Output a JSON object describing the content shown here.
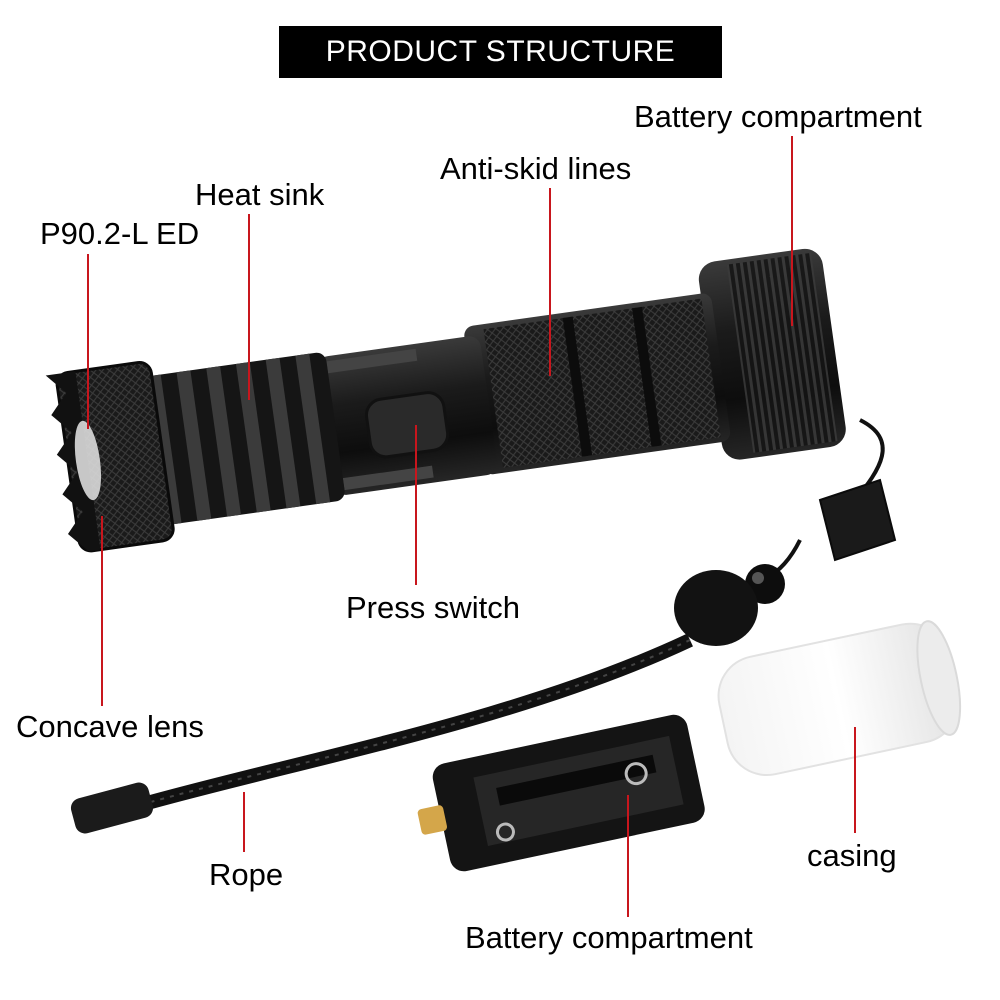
{
  "title": "PRODUCT STRUCTURE",
  "labels": {
    "led": "P90.2-L ED",
    "heat_sink": "Heat sink",
    "anti_skid": "Anti-skid lines",
    "battery_compartment_top": "Battery compartment",
    "press_switch": "Press switch",
    "concave_lens": "Concave lens",
    "rope": "Rope",
    "battery_compartment_bottom": "Battery compartment",
    "casing": "casing"
  },
  "colors": {
    "leader_line": "#c8161d",
    "title_bg": "#000000",
    "title_text": "#ffffff"
  }
}
